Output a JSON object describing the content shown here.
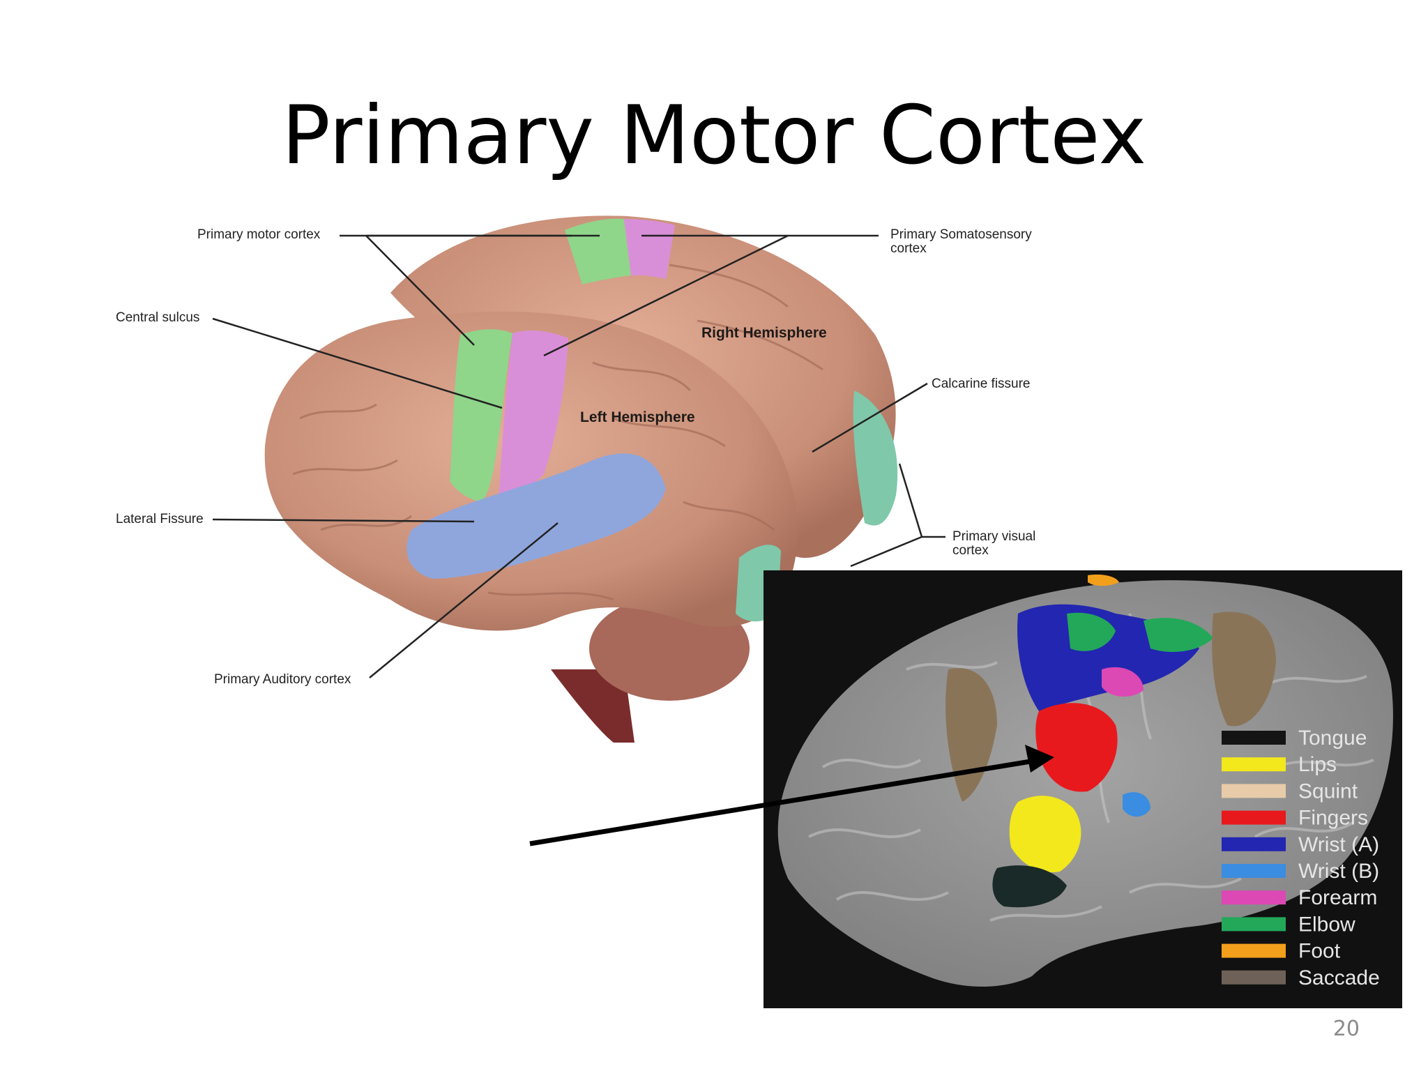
{
  "slide": {
    "title": "Primary Motor Cortex",
    "page_number": "20"
  },
  "brain_diagram": {
    "labels": {
      "primary_motor_cortex": "Primary motor cortex",
      "central_sulcus": "Central sulcus",
      "lateral_fissure": "Lateral Fissure",
      "primary_auditory_cortex": "Primary Auditory cortex",
      "primary_somatosensory_line1": "Primary Somatosensory",
      "primary_somatosensory_line2": "cortex",
      "right_hemisphere": "Right Hemisphere",
      "left_hemisphere": "Left Hemisphere",
      "calcarine_fissure": "Calcarine fissure",
      "primary_visual_line1": "Primary visual",
      "primary_visual_line2": "cortex"
    },
    "colors": {
      "cortex": "#c98f78",
      "motor": "#8fd68a",
      "somatosensory": "#d98fd8",
      "auditory": "#8fa6dc",
      "visual": "#7fc8aa",
      "cerebellum": "#a8685a",
      "brainstem": "#7a2c2c"
    }
  },
  "fmri_map": {
    "legend": [
      {
        "label": "Tongue",
        "color": "#141414"
      },
      {
        "label": "Lips",
        "color": "#f2e81c"
      },
      {
        "label": "Squint",
        "color": "#e8cba8"
      },
      {
        "label": "Fingers",
        "color": "#e8191d"
      },
      {
        "label": "Wrist (A)",
        "color": "#2326b0"
      },
      {
        "label": "Wrist (B)",
        "color": "#3a8de0"
      },
      {
        "label": "Forearm",
        "color": "#dc48b4"
      },
      {
        "label": "Elbow",
        "color": "#23a85a"
      },
      {
        "label": "Foot",
        "color": "#f2a01c"
      },
      {
        "label": "Saccade",
        "color": "#6e6258"
      }
    ]
  }
}
